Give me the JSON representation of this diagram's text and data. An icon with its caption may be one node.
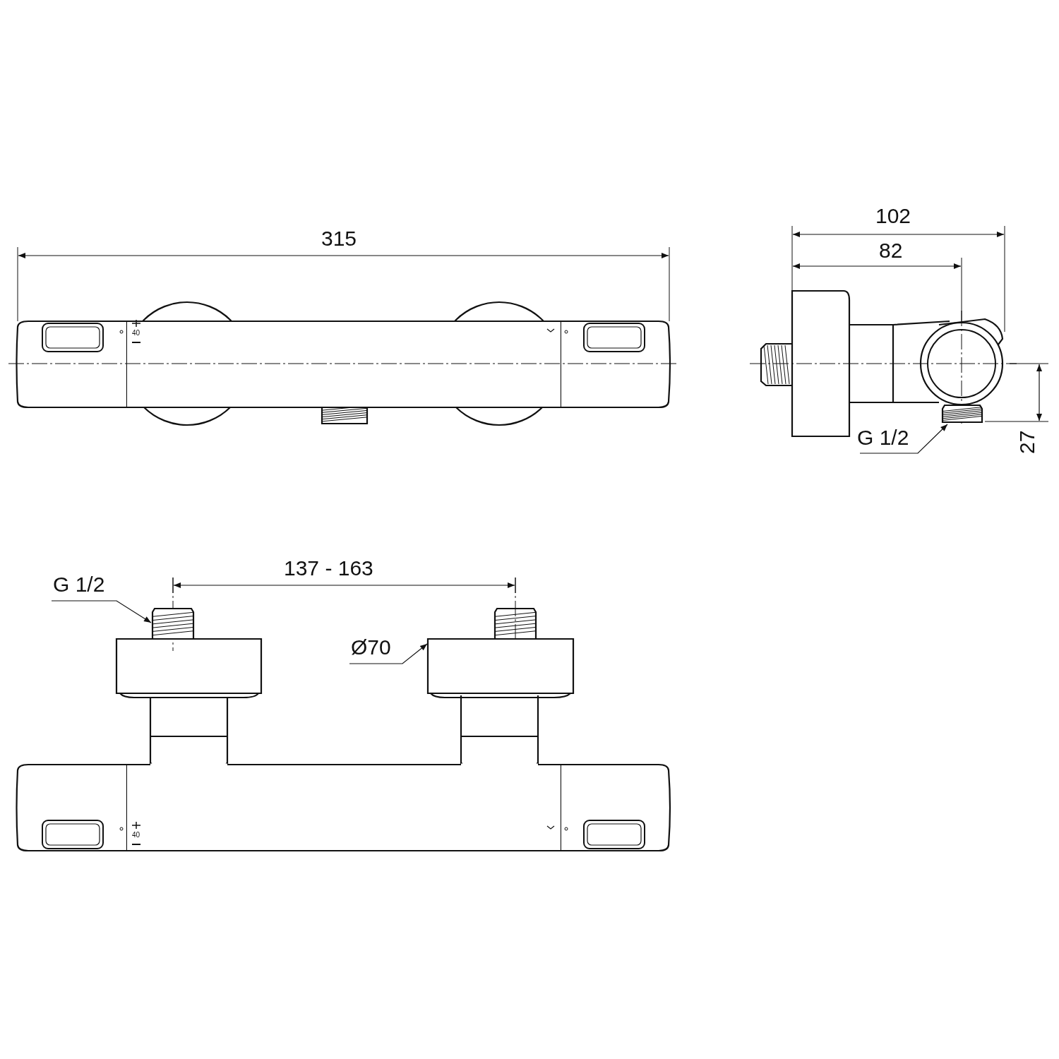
{
  "diagram": {
    "nodes": [
      {
        "text": [
          "G 1/2"
        ]
      },
      {
        "text": [],
        "shape": "picture"
      },
      {
        "text": [
          "G 1/2"
        ]
      },
      {
        "text": [],
        "shape": "picture"
      },
      {
        "text": [
          "Ø70"
        ]
      },
      {
        "text": [],
        "shape": "box"
      }
    ],
    "edges": [
      {
        "from": 0,
        "to": 1,
        "arrow": "to"
      },
      {
        "from": 2,
        "to": 3,
        "arrow": "to"
      },
      {
        "from": 4,
        "to": 5,
        "arrow": "to"
      }
    ],
    "labels": [
      "102",
      "315",
      "82",
      "40",
      "27",
      "137 - 163",
      "40"
    ]
  }
}
